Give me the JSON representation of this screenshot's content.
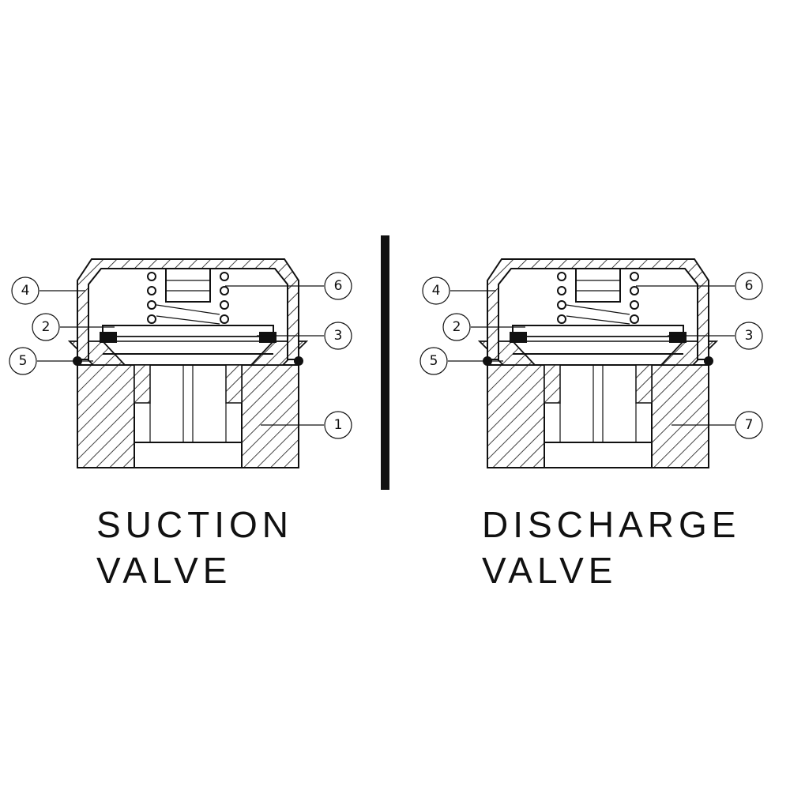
{
  "suction": {
    "caption_line1": "SUCTION",
    "caption_line2": "VALVE",
    "callouts": {
      "c4": "4",
      "c2": "2",
      "c5": "5",
      "c6": "6",
      "c3": "3",
      "c1": "1"
    }
  },
  "discharge": {
    "caption_line1": "DISCHARGE",
    "caption_line2": "VALVE",
    "callouts": {
      "c4": "4",
      "c2": "2",
      "c5": "5",
      "c6": "6",
      "c3": "3",
      "c7": "7"
    }
  },
  "colors": {
    "ink": "#111111",
    "background": "#ffffff"
  }
}
